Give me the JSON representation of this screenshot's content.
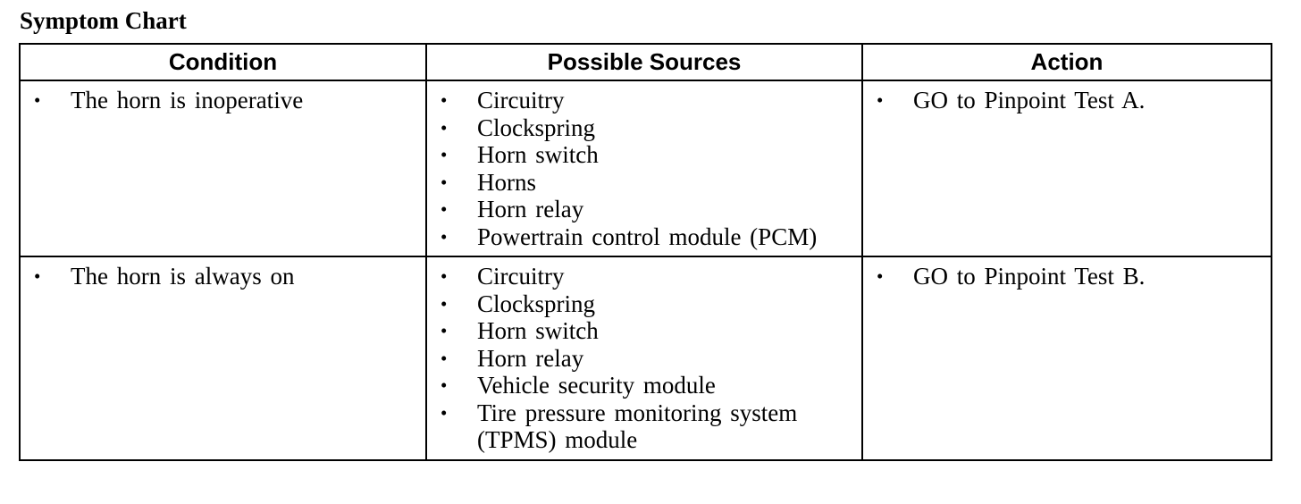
{
  "title": "Symptom Chart",
  "table": {
    "headers": [
      "Condition",
      "Possible Sources",
      "Action"
    ],
    "rows": [
      {
        "condition": [
          "The horn is inoperative"
        ],
        "sources": [
          "Circuitry",
          "Clockspring",
          "Horn switch",
          "Horns",
          "Horn relay",
          "Powertrain control module (PCM)"
        ],
        "action": [
          "GO to Pinpoint Test A."
        ]
      },
      {
        "condition": [
          "The horn is always on"
        ],
        "sources": [
          "Circuitry",
          "Clockspring",
          "Horn switch",
          "Horn relay",
          "Vehicle security module",
          "Tire pressure monitoring system (TPMS) module"
        ],
        "action": [
          "GO to Pinpoint Test B."
        ]
      }
    ]
  },
  "bullet_glyph": "•"
}
